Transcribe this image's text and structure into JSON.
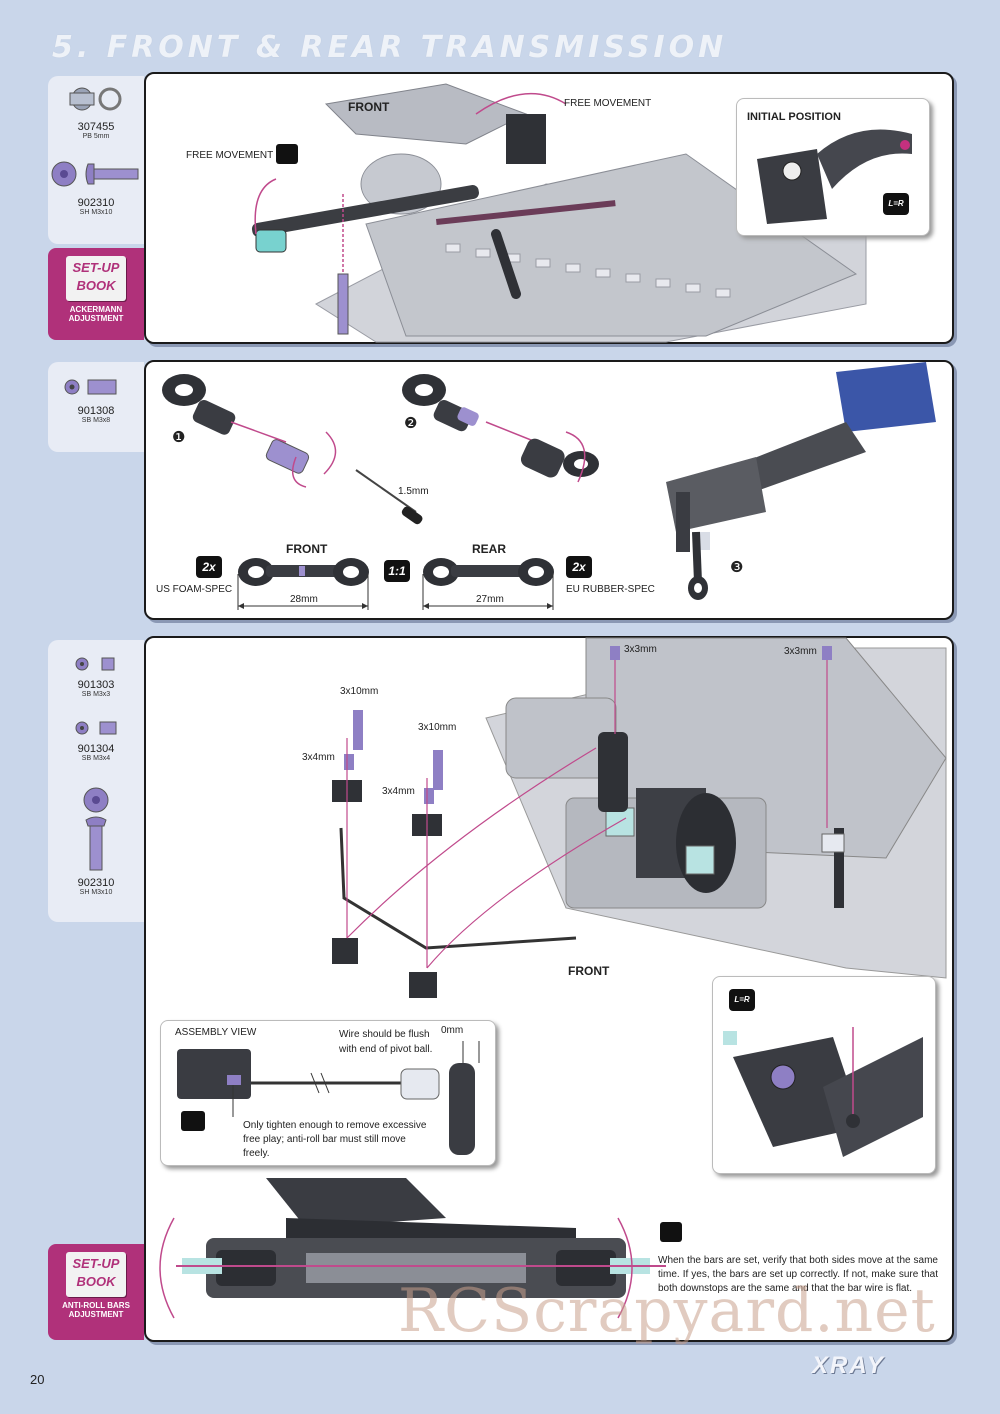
{
  "page": {
    "title": "5. FRONT & REAR TRANSMISSION",
    "page_number": "20",
    "brand": "XRAY",
    "watermark": "RCScrapyard.net"
  },
  "section1": {
    "parts": [
      {
        "num": "307455",
        "sub": "PB 5mm"
      },
      {
        "num": "902310",
        "sub": "SH M3x10"
      }
    ],
    "setup_book": {
      "line1": "SET-UP",
      "line2": "BOOK",
      "label": "ACKERMANN ADJUSTMENT"
    },
    "labels": {
      "front": "FRONT",
      "free_movement_left": "FREE MOVEMENT",
      "free_movement_right": "FREE MOVEMENT",
      "initial_position": "INITIAL POSITION",
      "lr": "L=R"
    }
  },
  "section2": {
    "parts": [
      {
        "num": "901308",
        "sub": "SB M3x8"
      }
    ],
    "labels": {
      "step1": "❶",
      "step2": "❷",
      "step3": "❸",
      "hex": "1.5mm",
      "front": "FRONT",
      "rear": "REAR",
      "badge_left": "2x",
      "badge_mid": "1:1",
      "badge_right": "2x",
      "us_spec": "US FOAM-SPEC",
      "eu_spec": "EU RUBBER-SPEC",
      "len_front": "28mm",
      "len_rear": "27mm"
    }
  },
  "section3": {
    "parts": [
      {
        "num": "901303",
        "sub": "SB M3x3"
      },
      {
        "num": "901304",
        "sub": "SB M3x4"
      },
      {
        "num": "902310",
        "sub": "SH M3x10"
      }
    ],
    "setup_book": {
      "line1": "SET-UP",
      "line2": "BOOK",
      "label": "ANTI-ROLL BARS ADJUSTMENT"
    },
    "labels": {
      "s3x3_left": "3x3mm",
      "s3x3_right": "3x3mm",
      "s3x10_a": "3x10mm",
      "s3x10_b": "3x10mm",
      "s3x4_a": "3x4mm",
      "s3x4_b": "3x4mm",
      "front": "FRONT",
      "lr": "L=R",
      "assembly_view": "ASSEMBLY VIEW",
      "wire_flush": "Wire should be flush with end of pivot ball.",
      "zero_mm": "0mm",
      "tighten_note": "Only tighten enough to remove excessive free play; anti-roll bar must still move freely.",
      "verify_note": "When the bars are set, verify that both sides move at the same time. If yes, the bars are set up correctly. If not, make sure that both downstops are the same and that the bar wire is flat."
    }
  }
}
